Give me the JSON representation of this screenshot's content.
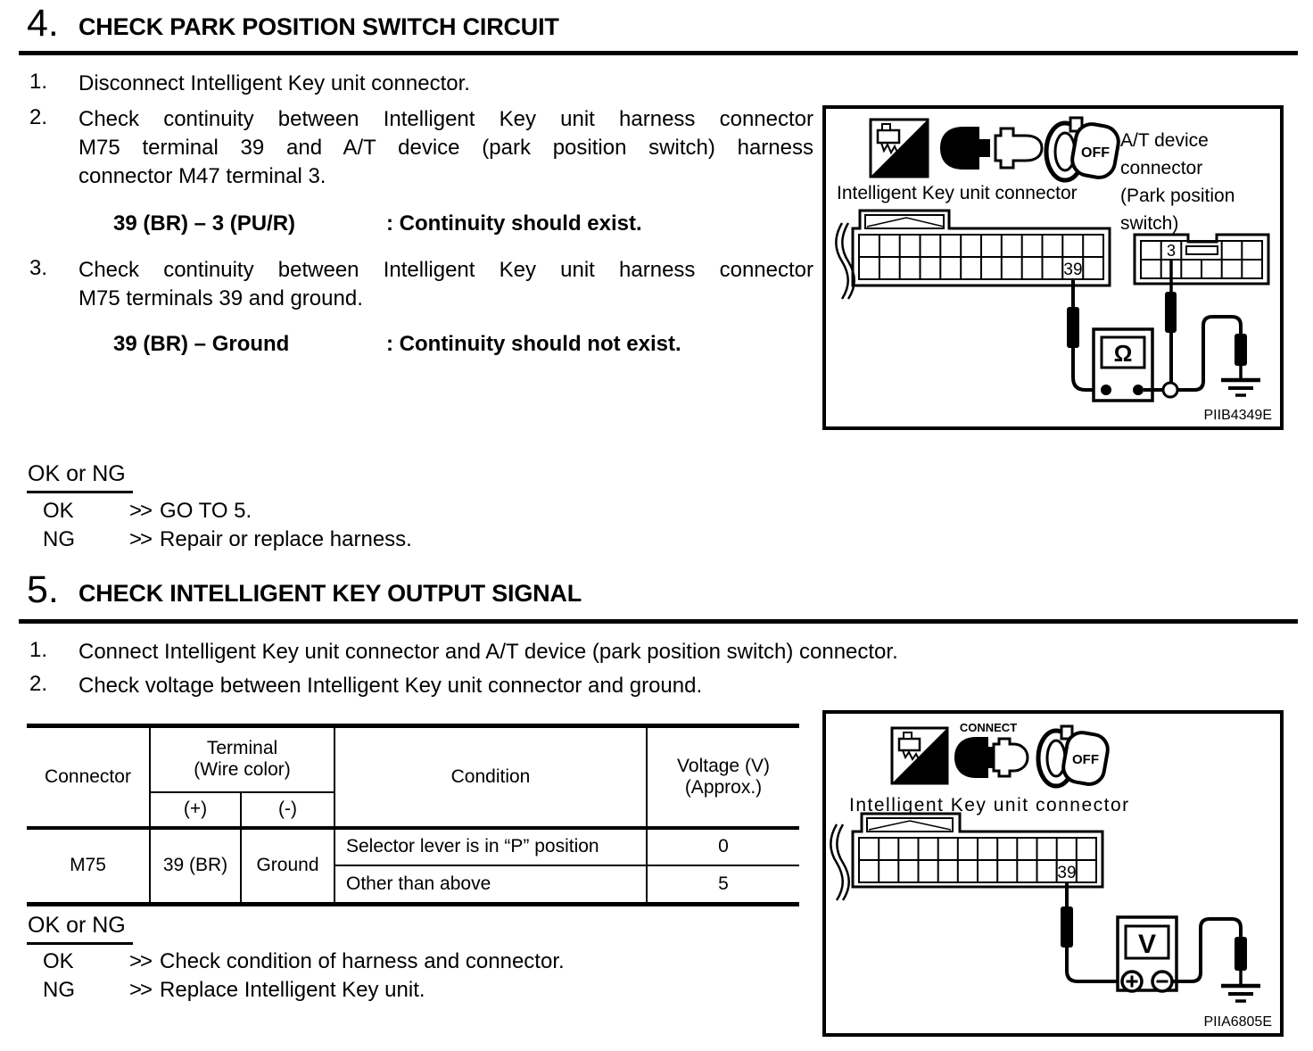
{
  "colors": {
    "ink": "#000000",
    "paper": "#ffffff"
  },
  "sec4": {
    "num": "4.",
    "title": "CHECK PARK POSITION SWITCH CIRCUIT",
    "steps": {
      "s1_num": "1.",
      "s1_text": "Disconnect Intelligent Key unit connector.",
      "s2_num": "2.",
      "s2_lines": [
        "Check continuity between Intelligent Key unit harness connector",
        "M75 terminal 39 and A/T device (park position switch) harness",
        "connector M47 terminal 3."
      ],
      "s3_num": "3.",
      "s3_lines": [
        "Check continuity between Intelligent Key unit harness connector",
        "M75 terminals 39 and ground."
      ]
    },
    "spec1": {
      "terms": "39 (BR) – 3 (PU/R)",
      "result": ": Continuity should exist."
    },
    "spec2": {
      "terms": "39 (BR) – Ground",
      "result": ": Continuity should not exist."
    },
    "okng": {
      "heading": "OK or NG",
      "ok_label": "OK",
      "ok_arrow": ">>",
      "ok_text": "GO TO 5.",
      "ng_label": "NG",
      "ng_arrow": ">>",
      "ng_text": "Repair or replace harness."
    }
  },
  "sec5": {
    "num": "5.",
    "title": "CHECK INTELLIGENT KEY OUTPUT SIGNAL",
    "steps": {
      "s1_num": "1.",
      "s1_text": "Connect Intelligent Key unit connector and A/T device (park position switch) connector.",
      "s2_num": "2.",
      "s2_text": "Check voltage between Intelligent Key unit connector and ground."
    },
    "okng": {
      "heading": "OK or NG",
      "ok_label": "OK",
      "ok_arrow": ">>",
      "ok_text": "Check condition of harness and connector.",
      "ng_label": "NG",
      "ng_arrow": ">>",
      "ng_text": "Replace Intelligent Key unit."
    }
  },
  "table": {
    "h_connector": "Connector",
    "h_terminal1": "Terminal",
    "h_terminal2": "(Wire color)",
    "h_plus": "(+)",
    "h_minus": "(-)",
    "h_condition": "Condition",
    "h_voltage1": "Voltage (V)",
    "h_voltage2": "(Approx.)",
    "connector": "M75",
    "plus": "39 (BR)",
    "minus": "Ground",
    "rows": [
      {
        "condition": "Selector lever is in “P” position",
        "voltage": "0"
      },
      {
        "condition": "Other than above",
        "voltage": "5"
      }
    ]
  },
  "fig1": {
    "hs": "H.S.",
    "key_state": "OFF",
    "label_left": "Intelligent Key unit connector",
    "label_right": [
      "A/T device",
      "connector",
      "(Park position",
      "switch)"
    ],
    "terminal_39": "39",
    "terminal_3": "3",
    "meter": "Ω",
    "code": "PIIB4349E"
  },
  "fig2": {
    "hs": "H.S.",
    "connect": "CONNECT",
    "key_state": "OFF",
    "label": "Intelligent Key unit connector",
    "terminal_39": "39",
    "meter": "V",
    "code": "PIIA6805E"
  }
}
